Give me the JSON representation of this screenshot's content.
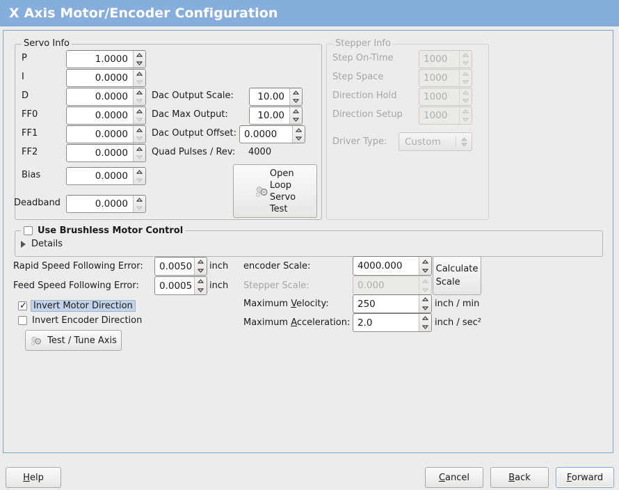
{
  "window": {
    "title": "X Axis Motor/Encoder Configuration",
    "title_bg": "#85aedd",
    "body_bg": "#ececea",
    "accent": "#7ba4d0"
  },
  "servo_info": {
    "frame_title": "Servo Info",
    "rows": [
      {
        "label": "P",
        "value": "1.0000"
      },
      {
        "label": "I",
        "value": "0.0000"
      },
      {
        "label": "D",
        "value": "0.0000"
      },
      {
        "label": "FF0",
        "value": "0.0000"
      },
      {
        "label": "FF1",
        "value": "0.0000"
      },
      {
        "label": "FF2",
        "value": "0.0000"
      },
      {
        "label": "Bias",
        "value": "0.0000"
      },
      {
        "label": "Deadband",
        "value": "0.0000"
      }
    ],
    "dac": [
      {
        "label": "Dac Output Scale:",
        "value": "10.00"
      },
      {
        "label": "Dac Max Output:",
        "value": "10.00"
      },
      {
        "label": "Dac Output Offset:",
        "value": "0.0000"
      }
    ],
    "quad_pulses_label": "Quad Pulses / Rev:",
    "quad_pulses_value": "4000",
    "open_loop_button": {
      "icon": "gears-icon",
      "lines": [
        "Open",
        "Loop",
        "Servo",
        "Test"
      ]
    }
  },
  "stepper_info": {
    "frame_title": "Stepper Info",
    "disabled": true,
    "rows": [
      {
        "label": "Step On-Time",
        "value": "1000"
      },
      {
        "label": "Step Space",
        "value": "1000"
      },
      {
        "label": "Direction Hold",
        "value": "1000"
      },
      {
        "label": "Direction Setup",
        "value": "1000"
      }
    ],
    "driver_type_label": "Driver Type:",
    "driver_type_value": "Custom"
  },
  "brushless": {
    "checkbox_label": "Use Brushless Motor Control",
    "checked": false,
    "details_label": "Details",
    "expanded": false
  },
  "following_error": {
    "rapid_label": "Rapid Speed Following Error:",
    "rapid_value": "0.0050",
    "rapid_unit": "inch",
    "feed_label": "Feed Speed Following Error:",
    "feed_value": "0.0005",
    "feed_unit": "inch"
  },
  "invert": {
    "motor_label": "Invert Motor Direction",
    "motor_checked": true,
    "motor_focused": true,
    "encoder_label": "Invert Encoder Direction",
    "encoder_checked": false
  },
  "test_tune_button": {
    "icon": "gears-icon",
    "label": "Test / Tune Axis"
  },
  "scales": {
    "encoder_label": "encoder Scale:",
    "encoder_value": "4000.000",
    "stepper_label": "Stepper Scale:",
    "stepper_value": "0.000",
    "stepper_disabled": true,
    "calculate_button_lines": [
      "Calculate",
      "Scale"
    ],
    "max_velocity_label_pre": "Maximum ",
    "max_velocity_label_mnemonic": "V",
    "max_velocity_label_post": "elocity:",
    "max_velocity_value": "250",
    "max_velocity_unit": "inch / min",
    "max_accel_label_pre": "Maximum ",
    "max_accel_label_mnemonic": "A",
    "max_accel_label_post": "cceleration:",
    "max_accel_value": "2.0",
    "max_accel_unit": "inch / sec²"
  },
  "footer": {
    "help_pre": "",
    "help_mnemonic": "H",
    "help_post": "elp",
    "cancel_mnemonic": "C",
    "cancel_post": "ancel",
    "back_mnemonic": "B",
    "back_post": "ack",
    "forward_mnemonic": "F",
    "forward_post": "orward"
  }
}
